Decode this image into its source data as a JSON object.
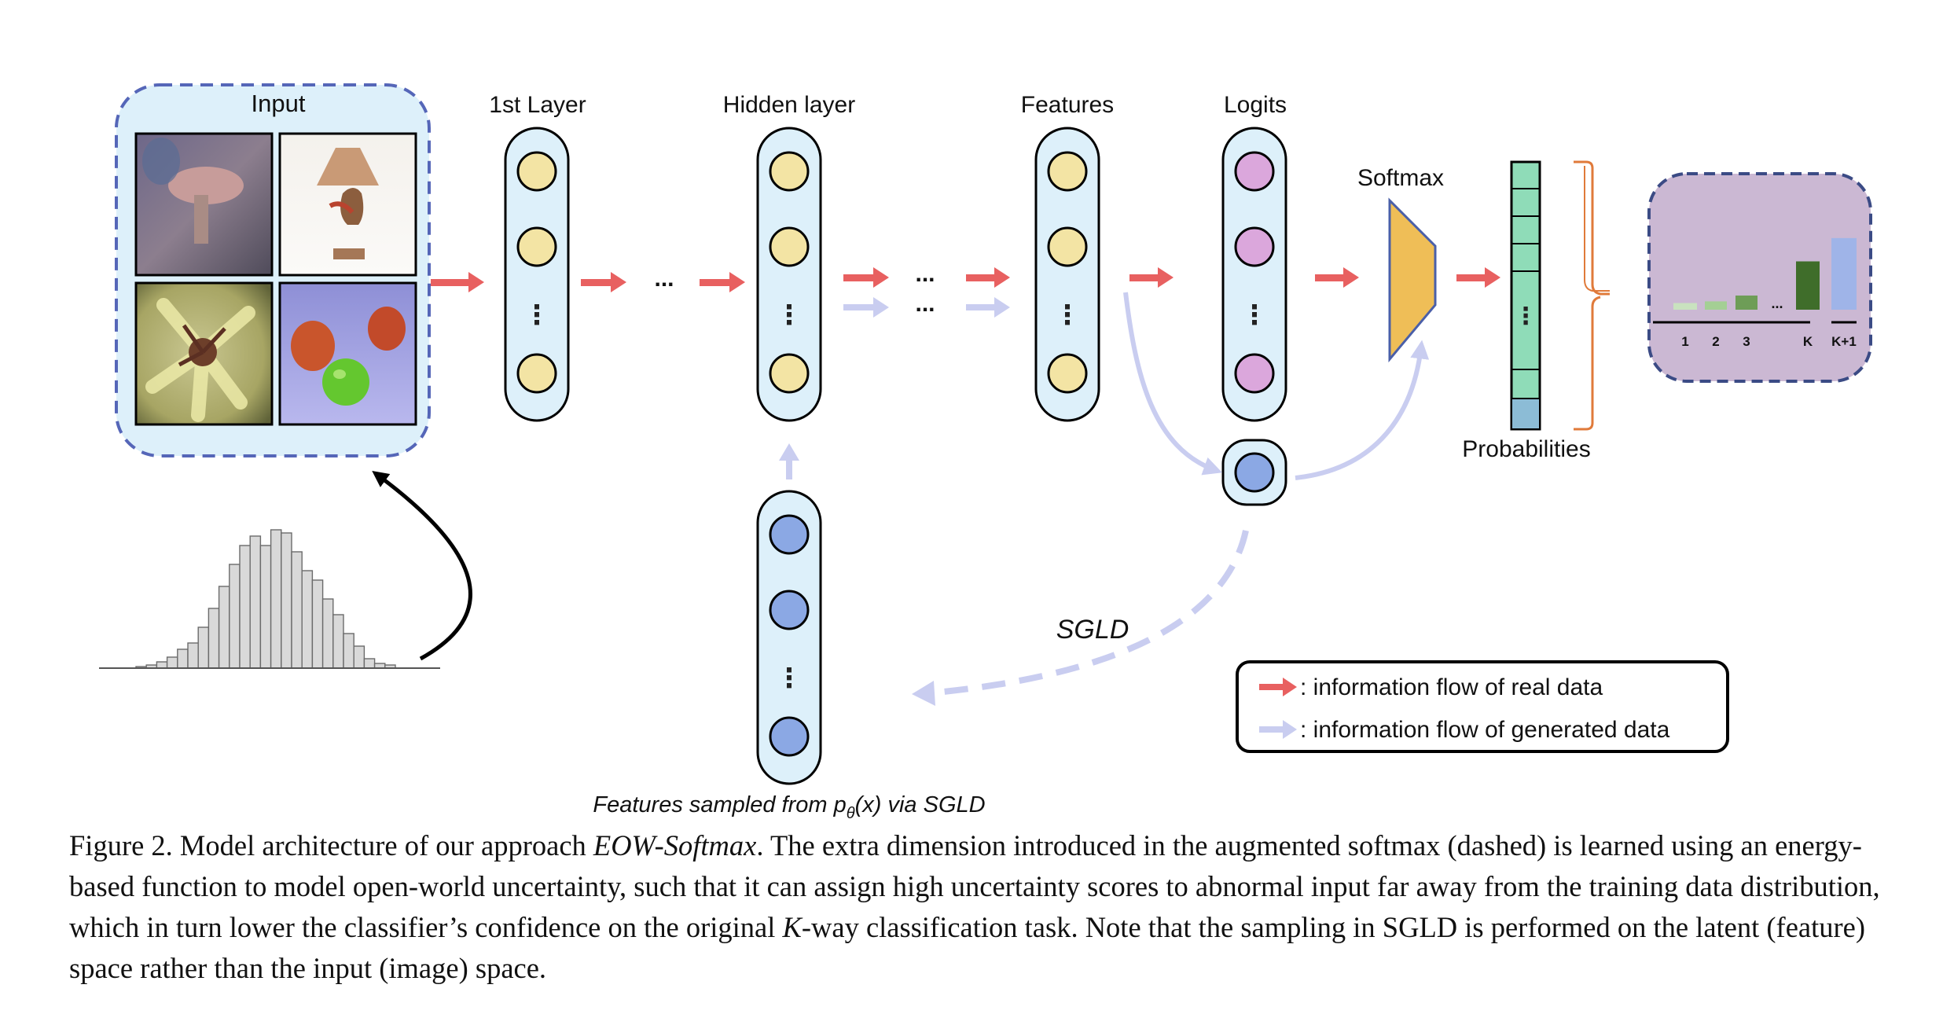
{
  "labels": {
    "input": "Input",
    "first_layer": "1st Layer",
    "hidden_layer": "Hidden layer",
    "features": "Features",
    "logits": "Logits",
    "softmax": "Softmax",
    "probabilities": "Probabilities",
    "sgld": "SGLD",
    "ellipsis": "...",
    "vdots": "⋮",
    "sampled_prefix": "Features sampled from p",
    "sampled_sub": "θ",
    "sampled_suffix": "(x) via SGLD"
  },
  "legend": {
    "real": ": information flow of real data",
    "generated": ": information flow of generated data"
  },
  "chart_data": {
    "type": "bar",
    "categories": [
      "1",
      "2",
      "3",
      "...",
      "K",
      "K+1"
    ],
    "values": [
      0.08,
      0.1,
      0.17,
      null,
      0.58,
      0.86
    ],
    "colors": [
      "#c9e2bf",
      "#a4cf94",
      "#6e9d57",
      "",
      "#3f6d2a",
      "#9fb4e8"
    ]
  },
  "histogram": {
    "values": [
      1,
      2,
      4,
      7,
      12,
      16,
      26,
      38,
      52,
      66,
      78,
      84,
      78,
      88,
      86,
      74,
      62,
      56,
      44,
      34,
      22,
      14,
      6,
      3,
      2
    ]
  },
  "caption": {
    "lead": "Figure 2. Model architecture of our approach ",
    "method": "EOW-Softmax",
    "body": ". The extra dimension introduced in the augmented softmax (dashed) is learned using an energy-based function to model open-world uncertainty, such that it can assign high uncertainty scores to abnormal input far away from the training data distribution, which in turn lower the classifier’s confidence on the original ",
    "k": "K",
    "tail": "-way classification task. Note that the sampling in SGLD is performed on the latent (feature) space rather than the input (image) space."
  },
  "colors": {
    "real_arrow": "#e86060",
    "generated_arrow": "#c9cdf0",
    "layer_fill": "#ddf0fa",
    "node_yellow": "#f3e4a4",
    "node_pink": "#dba7dc",
    "node_blue": "#8ba8e4",
    "softmax_fill": "#efbe57",
    "prob_fill": "#8fdcb8",
    "prob_last": "#8cbcd6",
    "brace": "#e07a3a",
    "dist_box": "#cbb8d3",
    "input_box": "#ddf0fa",
    "box_border": "#4a5fa8"
  }
}
